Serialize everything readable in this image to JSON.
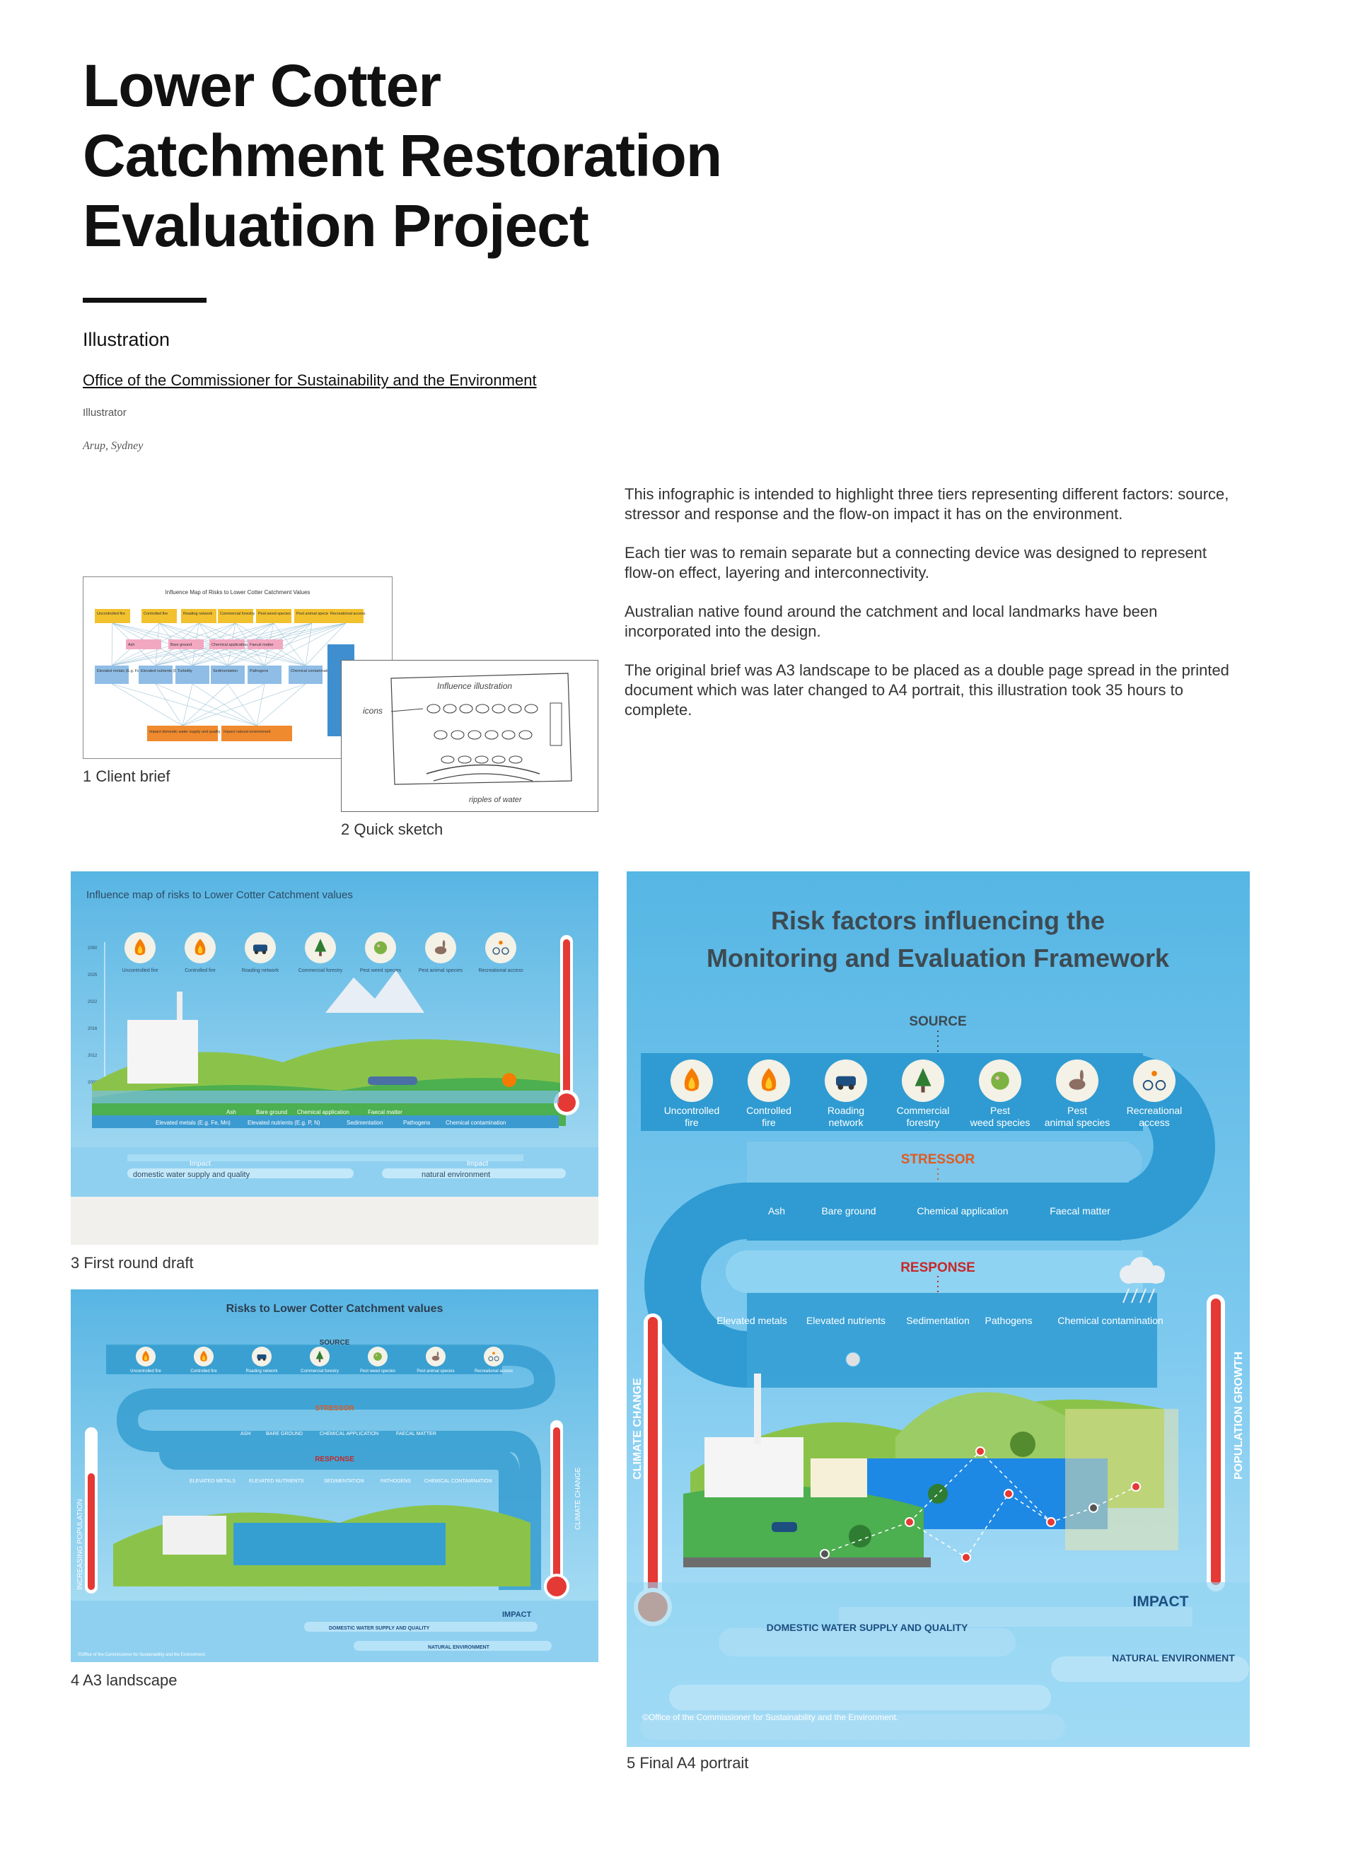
{
  "page": {
    "title_lines": [
      "Lower Cotter",
      "Catchment Restoration",
      "Evaluation Project"
    ],
    "category": "Illustration",
    "client": "Office of the Commissioner for Sustainability and the Environment",
    "role_label": "Illustrator",
    "studio": "Arup, Sydney",
    "description": [
      "This infographic is intended to highlight three tiers representing different factors: source, stressor and response and the flow-on impact it has on the environment.",
      "Each tier was to remain separate but a connecting device was designed to represent flow-on effect, layering and interconnectivity.",
      "Australian native found around the catchment and local landmarks have been incorporated into the design.",
      "The original brief was A3 landscape to be placed as a double page spread in the printed document which was later changed to A4 portrait, this illustration took 35 hours to complete."
    ]
  },
  "captions": {
    "c1": "1 Client brief",
    "c2": "2 Quick sketch",
    "c3": "3 First round draft",
    "c4": "4 A3 landscape",
    "c5": "5 Final A4 portrait"
  },
  "brief": {
    "title": "Influence Map of Risks to Lower Cotter Catchment Values",
    "sources": [
      "Uncontrolled fire",
      "Controlled fire",
      "Roading network",
      "Commercial forestry",
      "Pest weed species",
      "Pest animal species",
      "Recreational access"
    ],
    "stressors": [
      "Ash",
      "Bare ground",
      "Chemical application",
      "Faecal matter"
    ],
    "responses": [
      "Elevated metals (E.g. Fe, Mn)",
      "Elevated nutrients (E.g. P, N)",
      "Turbidity",
      "Sedimentation",
      "Pathogens",
      "Chemical contamination"
    ],
    "impacts": [
      "Impact domestic water supply and quality",
      "Impact natural environment"
    ]
  },
  "sketch": {
    "label_left": "icons",
    "label_top": "Influence illustration",
    "label_bottom": "ripples of water"
  },
  "draft": {
    "title": "Influence map of risks to Lower Cotter Catchment values",
    "years": [
      "2050",
      "2025",
      "2022",
      "2016",
      "2012",
      "2008"
    ],
    "sources": [
      "Uncontrolled fire",
      "Controlled fire",
      "Roading network",
      "Commercial forestry",
      "Pest weed species",
      "Pest animal species",
      "Recreational access"
    ],
    "stressors": [
      "Ash",
      "Bare ground",
      "Chemical application",
      "Faecal matter"
    ],
    "responses": [
      "Elevated metals (E.g. Fe, Mn)",
      "Elevated nutrients (E.g. P, N)",
      "Sedimentation",
      "Pathogens",
      "Chemical contamination"
    ],
    "impact_word": "Impact",
    "impact_left": "domestic water supply and quality",
    "impact_right": "natural environment"
  },
  "a3": {
    "title": "Risks to Lower Cotter Catchment values",
    "source": "SOURCE",
    "stressor": "STRESSOR",
    "response": "RESPONSE",
    "impact": "IMPACT",
    "sources": [
      "Uncontrolled fire",
      "Controlled fire",
      "Roading network",
      "Commercial forestry",
      "Pest weed species",
      "Pest animal species",
      "Recreational access"
    ],
    "stressors": [
      "ASH",
      "BARE GROUND",
      "CHEMICAL APPLICATION",
      "FAECAL MATTER"
    ],
    "responses": [
      "ELEVATED METALS",
      "ELEVATED NUTRIENTS",
      "SEDIMENTATION",
      "PATHOGENS",
      "CHEMICAL CONTAMINATION"
    ],
    "impact_1": "DOMESTIC WATER SUPPLY AND QUALITY",
    "impact_2": "NATURAL ENVIRONMENT",
    "left_gauge": "INCREASING POPULATION",
    "right_gauge": "CLIMATE CHANGE",
    "copyright": "©Office of the Commissioner for Sustainability and the Environment."
  },
  "final": {
    "title_line1": "Risk factors influencing the",
    "title_line2": "Monitoring and Evaluation Framework",
    "source": "SOURCE",
    "stressor": "STRESSOR",
    "response": "RESPONSE",
    "impact": "IMPACT",
    "sources": [
      [
        "Uncontrolled",
        "fire"
      ],
      [
        "Controlled",
        "fire"
      ],
      [
        "Roading",
        "network"
      ],
      [
        "Commercial",
        "forestry"
      ],
      [
        "Pest",
        "weed species"
      ],
      [
        "Pest",
        "animal species"
      ],
      [
        "Recreational",
        "access"
      ]
    ],
    "stressors": [
      "Ash",
      "Bare ground",
      "Chemical application",
      "Faecal matter"
    ],
    "responses": [
      "Elevated metals",
      "Elevated nutrients",
      "Sedimentation",
      "Pathogens",
      "Chemical contamination"
    ],
    "impact_1": "DOMESTIC WATER SUPPLY AND QUALITY",
    "impact_2": "NATURAL ENVIRONMENT",
    "left_gauge": "CLIMATE CHANGE",
    "right_gauge": "POPULATION GROWTH",
    "copyright": "©Office of the Commissioner for Sustainability and the Environment."
  },
  "icons": [
    "fire-icon",
    "fire-icon",
    "car-icon",
    "tree-icon",
    "weed-icon",
    "rabbit-icon",
    "bicycle-icon"
  ],
  "colors": {
    "sky": "#5bb8e3",
    "band": "#3aa0d2",
    "band_light": "#8ed3f1",
    "stressor": "#e05a1e",
    "response": "#c62828",
    "thermo": "#e53935",
    "title": "#3d4a52",
    "impact": "#1d4e80",
    "grass": "#7cb342"
  }
}
